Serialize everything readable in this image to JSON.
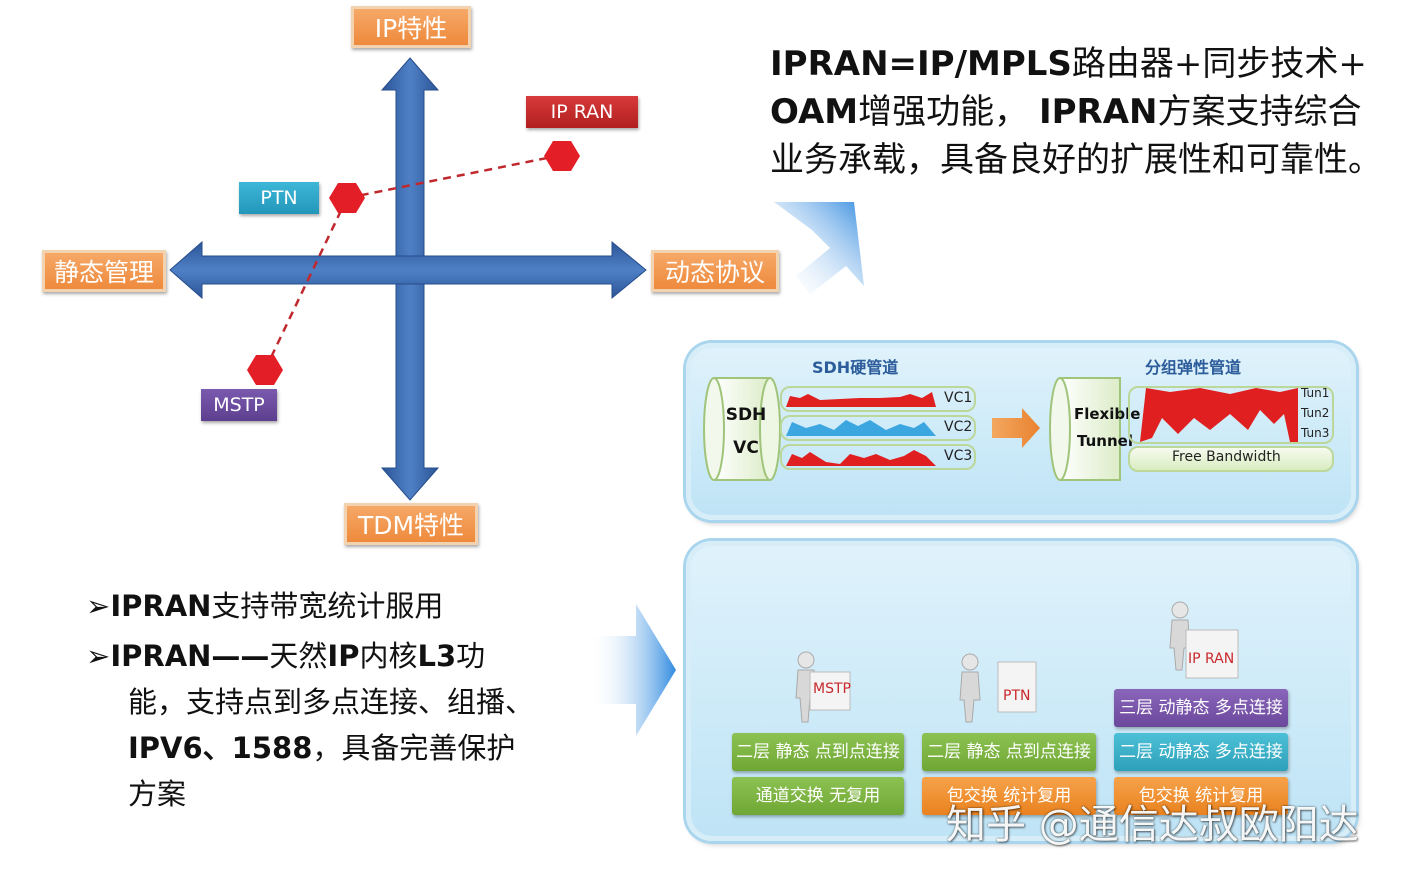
{
  "quadrant": {
    "axis_top": "IP特性",
    "axis_bottom": "TDM特性",
    "axis_left": "静态管理",
    "axis_right": "动态协议",
    "tags": {
      "ip_ran": "IP RAN",
      "ptn": "PTN",
      "mstp": "MSTP"
    }
  },
  "headline": {
    "line1_bold": "IPRAN=IP/MPLS",
    "line1_rest": "路由器+同步技术+",
    "line2_bold1": "OAM",
    "line2_mid": "增强功能， ",
    "line2_bold2": "IPRAN",
    "line2_rest": "方案支持综合",
    "line3": "业务承载，具备良好的扩展性和可靠性。"
  },
  "pipe_panel": {
    "sdh_title": "SDH硬管道",
    "packet_title": "分组弹性管道",
    "sdh_cyl_line1": "SDH",
    "sdh_cyl_line2": "VC",
    "vc_labels": [
      "VC1",
      "VC2",
      "VC3"
    ],
    "flex_cyl_line1": "Flexible",
    "flex_cyl_line2": "Tunnel",
    "tun_labels": [
      "Tun1",
      "Tun2",
      "Tun3"
    ],
    "free_bandwidth": "Free Bandwidth"
  },
  "bullets": {
    "b1_bold": "IPRAN",
    "b1_rest": "支持带宽统计服用",
    "b2_bold1": "IPRAN——",
    "b2_mid": "天然",
    "b2_bold2": "IP",
    "b2_mid2": "内核",
    "b2_bold3": "L3",
    "b2_rest": "功",
    "b2_line2": "能，支持点到多点连接、组播、",
    "b2_line3_bold": "IPV6、1588",
    "b2_line3_rest": "，具备完善保护",
    "b2_line4": "方案"
  },
  "tech_panel": {
    "sign_mstp": "MSTP",
    "sign_ptn": "PTN",
    "sign_ipran": "IP RAN",
    "col1": [
      "二层 静态 点到点连接",
      "通道交换 无复用"
    ],
    "col2": [
      "二层 静态 点到点连接",
      "包交换 统计复用"
    ],
    "col3": [
      "三层 动静态 多点连接",
      "二层 动静态 多点连接",
      "包交换 统计复用"
    ]
  },
  "watermark": "知乎 @通信达叔欧阳达",
  "colors": {
    "axis_blue": "#3f6db5",
    "orange": "#ef8d3f",
    "ptn_cyan": "#2fa5c9",
    "ipran_red": "#c42a2a",
    "mstp_purple": "#6a4a9c",
    "hexagon_red": "#e41e26",
    "green_btn": "#7fb441",
    "teal_btn": "#3fb0c9",
    "purple_btn": "#7952a8"
  }
}
